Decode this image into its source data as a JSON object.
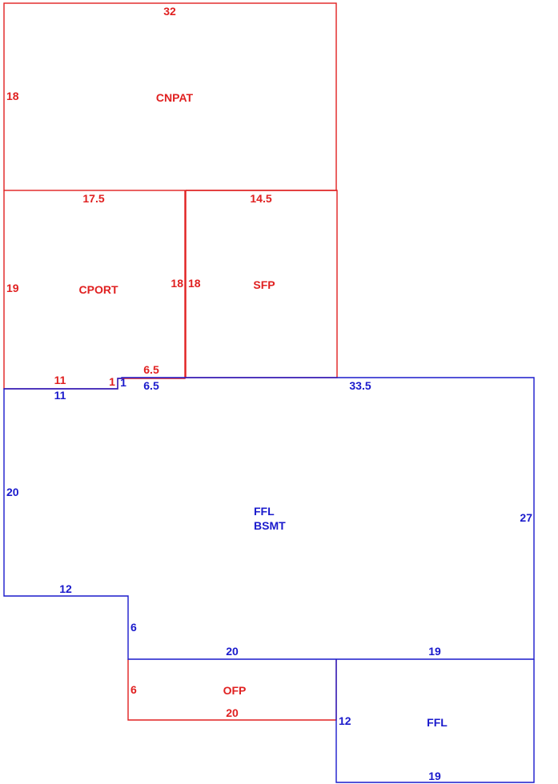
{
  "colors": {
    "red": "#e02020",
    "blue": "#1a1acc"
  },
  "cnpat": {
    "name": "CNPAT",
    "top": "32",
    "left": "18"
  },
  "cport": {
    "name": "CPORT",
    "top": "17.5",
    "left": "19",
    "right": "18",
    "bottom_a": "11",
    "bottom_b": "1",
    "bottom_c": "6.5"
  },
  "sfp": {
    "name": "SFP",
    "top": "14.5",
    "left": "18"
  },
  "ffl_bsmt": {
    "name_line1": "FFL",
    "name_line2": "BSMT",
    "top_a": "11",
    "top_b": "1",
    "top_c": "6.5",
    "top_d": "33.5",
    "left": "20",
    "right": "27",
    "step_top": "12",
    "step_side": "6",
    "bottom_a": "20",
    "bottom_b": "19"
  },
  "ofp": {
    "name": "OFP",
    "left": "6",
    "bottom": "20"
  },
  "ffl": {
    "name": "FFL",
    "left": "12",
    "bottom": "19"
  }
}
